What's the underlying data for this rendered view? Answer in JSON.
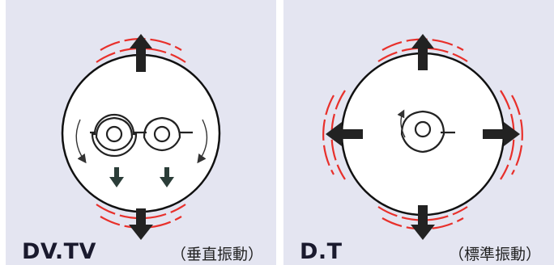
{
  "panels": [
    {
      "label": "DV.TV",
      "caption": "（垂直振動）",
      "vibration": "vertical"
    },
    {
      "label": "D.T",
      "caption": "（標準振動）",
      "vibration": "standard"
    }
  ],
  "colors": {
    "background": "#e4e5f1",
    "circle": "#111111",
    "vibration_outline": "#e8302b",
    "arrow": "#222222"
  }
}
